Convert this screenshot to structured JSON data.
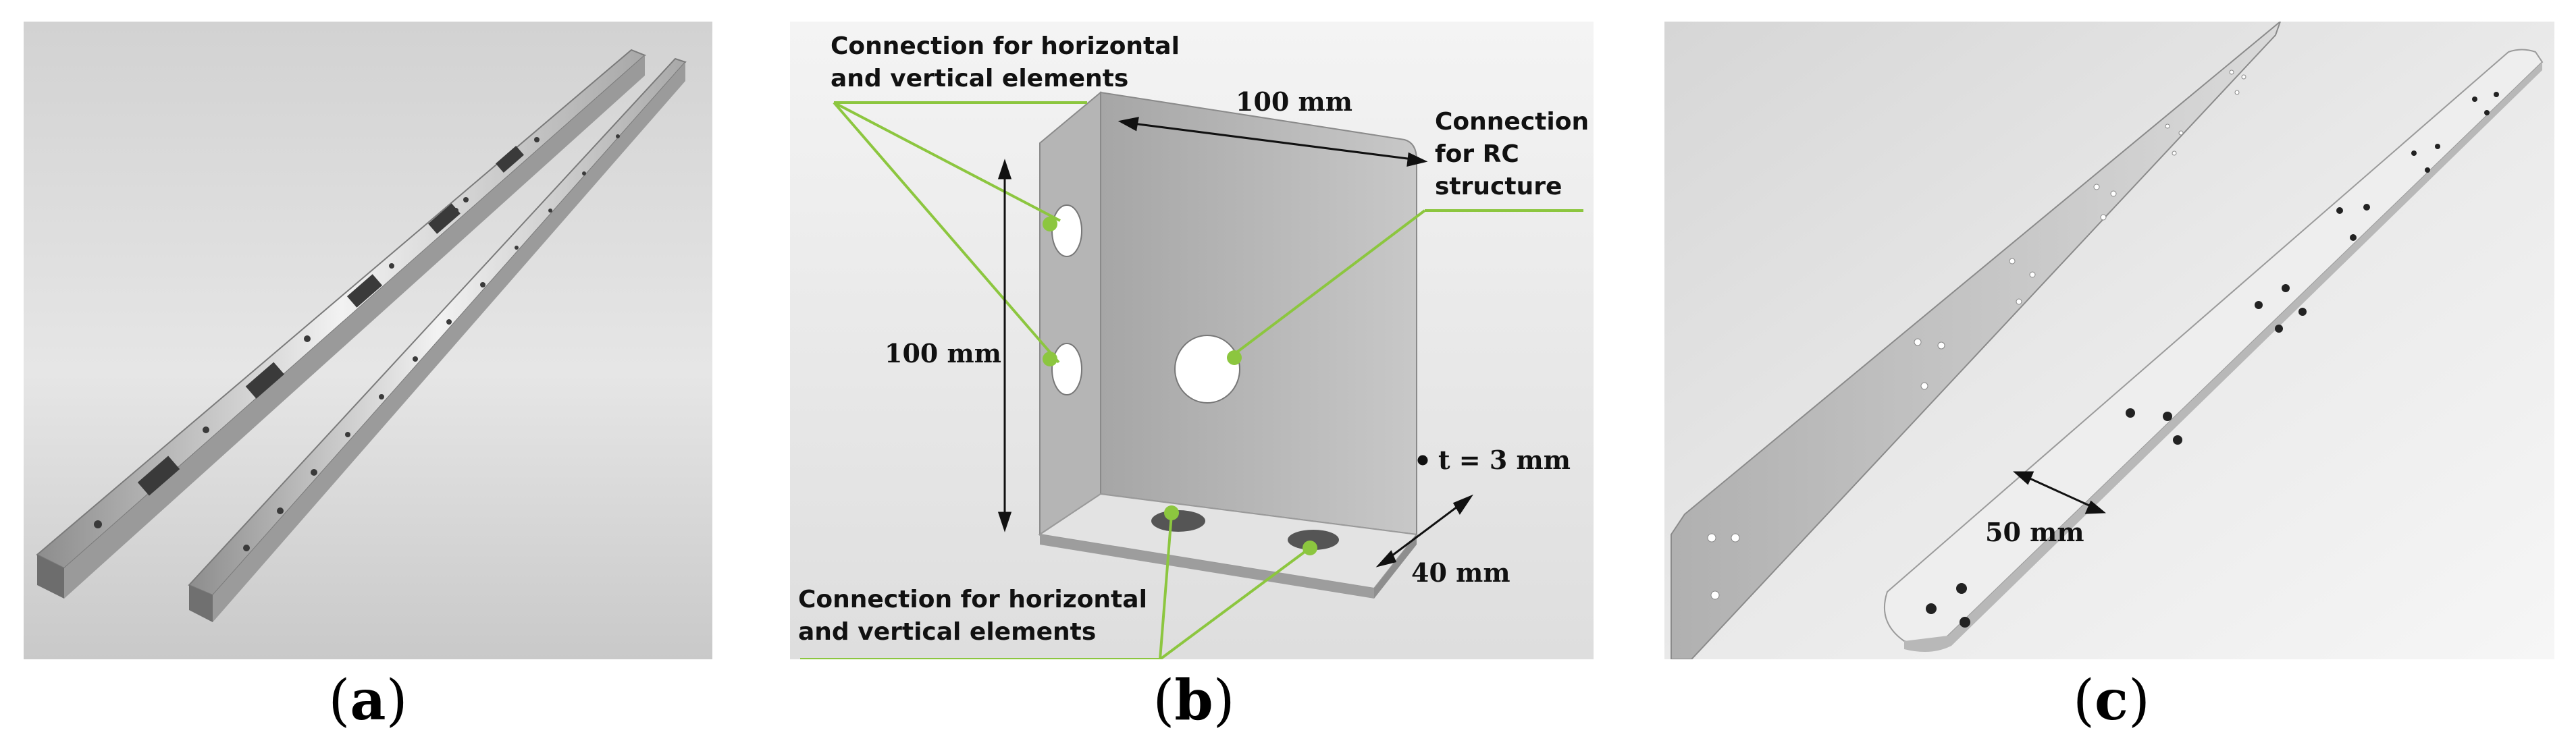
{
  "captions": {
    "a_open": "(",
    "a_letter": "a",
    "a_close": ")",
    "b_open": "(",
    "b_letter": "b",
    "b_close": ")",
    "c_open": "(",
    "c_letter": "c",
    "c_close": ")"
  },
  "panel_b": {
    "top_left_label_line1": "Connection for horizontal",
    "top_left_label_line2": "and vertical elements",
    "top_dimension": "100 mm",
    "rc_label_line1": "Connection",
    "rc_label_line2": "for RC",
    "rc_label_line3": "structure",
    "left_dimension": "100 mm",
    "thickness": "t = 3 mm",
    "depth_dimension": "40 mm",
    "bottom_label_line1": "Connection for horizontal",
    "bottom_label_line2": "and vertical elements"
  },
  "panel_c": {
    "width_dimension": "50 mm"
  },
  "colors": {
    "leader_line": "#8cc63f",
    "metal": "#c8c8c8",
    "background_grey": "#dcdcdc"
  }
}
